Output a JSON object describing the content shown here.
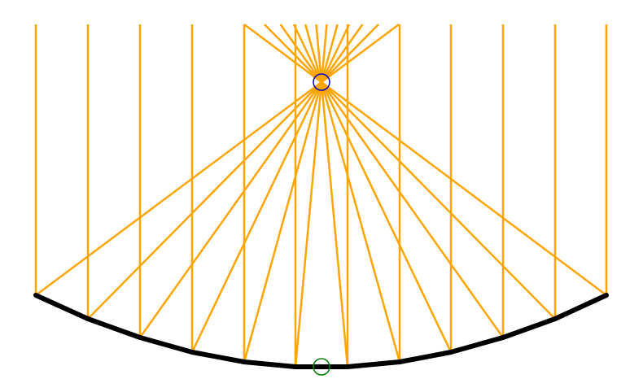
{
  "diagram": {
    "type": "parabolic-mirror-ray-diagram",
    "colors": {
      "background": "#ffffff",
      "ray": "#ffa500",
      "mirror": "#000000",
      "focus_marker": "#0000cc",
      "vertex_marker": "#008000"
    },
    "mirror_segment_count": 11,
    "ray_count": 12,
    "reflected_rays_converge_at": "focus",
    "markers": [
      "focus",
      "vertex"
    ]
  }
}
